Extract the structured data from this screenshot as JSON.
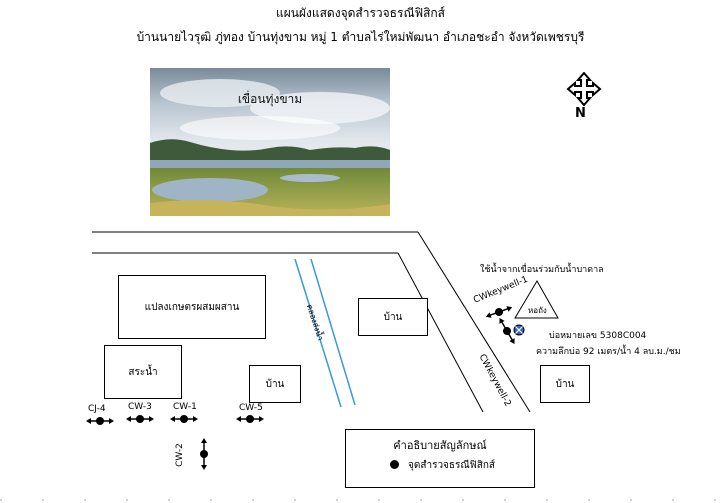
{
  "title": "แผนผังแสดงจุดสำรวจธรณีฟิสิกส์",
  "subtitle": "บ้านนายไวรุฒิ ภู่ทอง บ้านทุ่งขาม หมู่ 1 ตำบลไร่ใหม่พัฒนา อำเภอชะอำ จังหวัดเพชรบุรี",
  "photo_label": "เขื่อนทุ่งขาม",
  "north_label": "N",
  "areas": {
    "farm": "แปลงเกษตรผสมผสาน",
    "pond": "สระน้ำ",
    "house_center": "บ้าน",
    "house_bottom": "บ้าน",
    "house_right": "บ้าน"
  },
  "canal_label": "คลองส่งน้ำ",
  "tower_note": "ใช้น้ำจากเขื่อนร่วมกับน้ำบาดาล",
  "tower_label": "หอถัง",
  "well_info": {
    "line1": "บ่อหมายเลข 5308C004",
    "line2": "ความลึกบ่อ 92 เมตร/น้ำ 4 ลบ.ม./ชม"
  },
  "survey_points": {
    "cj4": "CJ-4",
    "cw3": "CW-3",
    "cw1": "CW-1",
    "cw5": "CW-5",
    "cw2": "CW-2",
    "cwkeywell1": "CWkeywell-1",
    "cwkeywell2": "CWkeywell-2"
  },
  "legend": {
    "title": "คำอธิบายสัญลักษณ์",
    "item": "จุดสำรวจธรณีฟิสิกส์"
  },
  "colors": {
    "canal": "#3a9ad9",
    "well_marker": "#2f5fd0"
  }
}
